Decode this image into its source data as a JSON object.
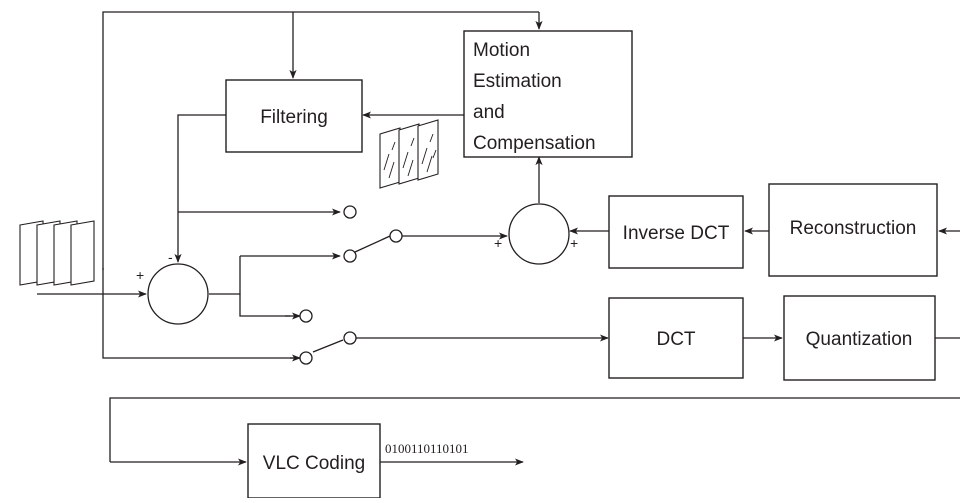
{
  "blocks": {
    "motion": [
      "Motion",
      "Estimation",
      "and",
      "Compensation"
    ],
    "filtering": "Filtering",
    "inverse_dct": "Inverse DCT",
    "reconstruction": "Reconstruction",
    "dct": "DCT",
    "quantization": "Quantization",
    "vlc": "VLC Coding"
  },
  "signs": {
    "subtract_minus": "-",
    "subtract_plus": "+",
    "adder_left_plus": "+",
    "adder_right_plus": "+"
  },
  "bitstream": "0100110110101"
}
